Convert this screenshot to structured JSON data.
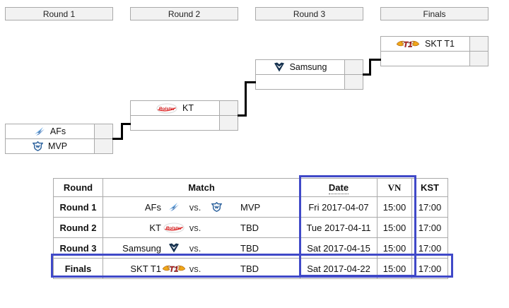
{
  "bracket": {
    "rounds": [
      "Round 1",
      "Round 2",
      "Round 3",
      "Finals"
    ],
    "matches": [
      {
        "top": {
          "name": "AFs",
          "score": ""
        },
        "bottom": {
          "name": "MVP",
          "score": ""
        }
      },
      {
        "top": {
          "name": "KT",
          "score": ""
        },
        "bottom": {
          "name": "",
          "score": ""
        }
      },
      {
        "top": {
          "name": "Samsung",
          "score": ""
        },
        "bottom": {
          "name": "",
          "score": ""
        }
      },
      {
        "top": {
          "name": "SKT T1",
          "score": ""
        },
        "bottom": {
          "name": "",
          "score": ""
        }
      }
    ]
  },
  "schedule": {
    "headers": {
      "round": "Round",
      "match": "Match",
      "date": "Date",
      "vn": "VN",
      "kst": "KST"
    },
    "rows": [
      {
        "round": "Round 1",
        "team1": "AFs",
        "vs": "vs.",
        "team2": "MVP",
        "date": "Fri 2017-04-07",
        "vn": "15:00",
        "kst": "17:00"
      },
      {
        "round": "Round 2",
        "team1": "KT",
        "vs": "vs.",
        "team2": "TBD",
        "date": "Tue 2017-04-11",
        "vn": "15:00",
        "kst": "17:00"
      },
      {
        "round": "Round 3",
        "team1": "Samsung",
        "vs": "vs.",
        "team2": "TBD",
        "date": "Sat 2017-04-15",
        "vn": "15:00",
        "kst": "17:00"
      },
      {
        "round": "Finals",
        "team1": "SKT T1",
        "vs": "vs.",
        "team2": "TBD",
        "date": "Sat 2017-04-22",
        "vn": "15:00",
        "kst": "17:00"
      }
    ]
  },
  "icons": {
    "afs": "afreeca-freecs-bird",
    "mvp": "mvp-shield",
    "kt": "kt-rolster-oval",
    "samsung": "samsung-galaxy-shield",
    "skt": "skt-t1-wings"
  },
  "colors": {
    "highlight_blue": "#4049c8",
    "box_border": "#aaaaaa",
    "box_fill": "#f2f2f2",
    "connector": "#000000"
  }
}
